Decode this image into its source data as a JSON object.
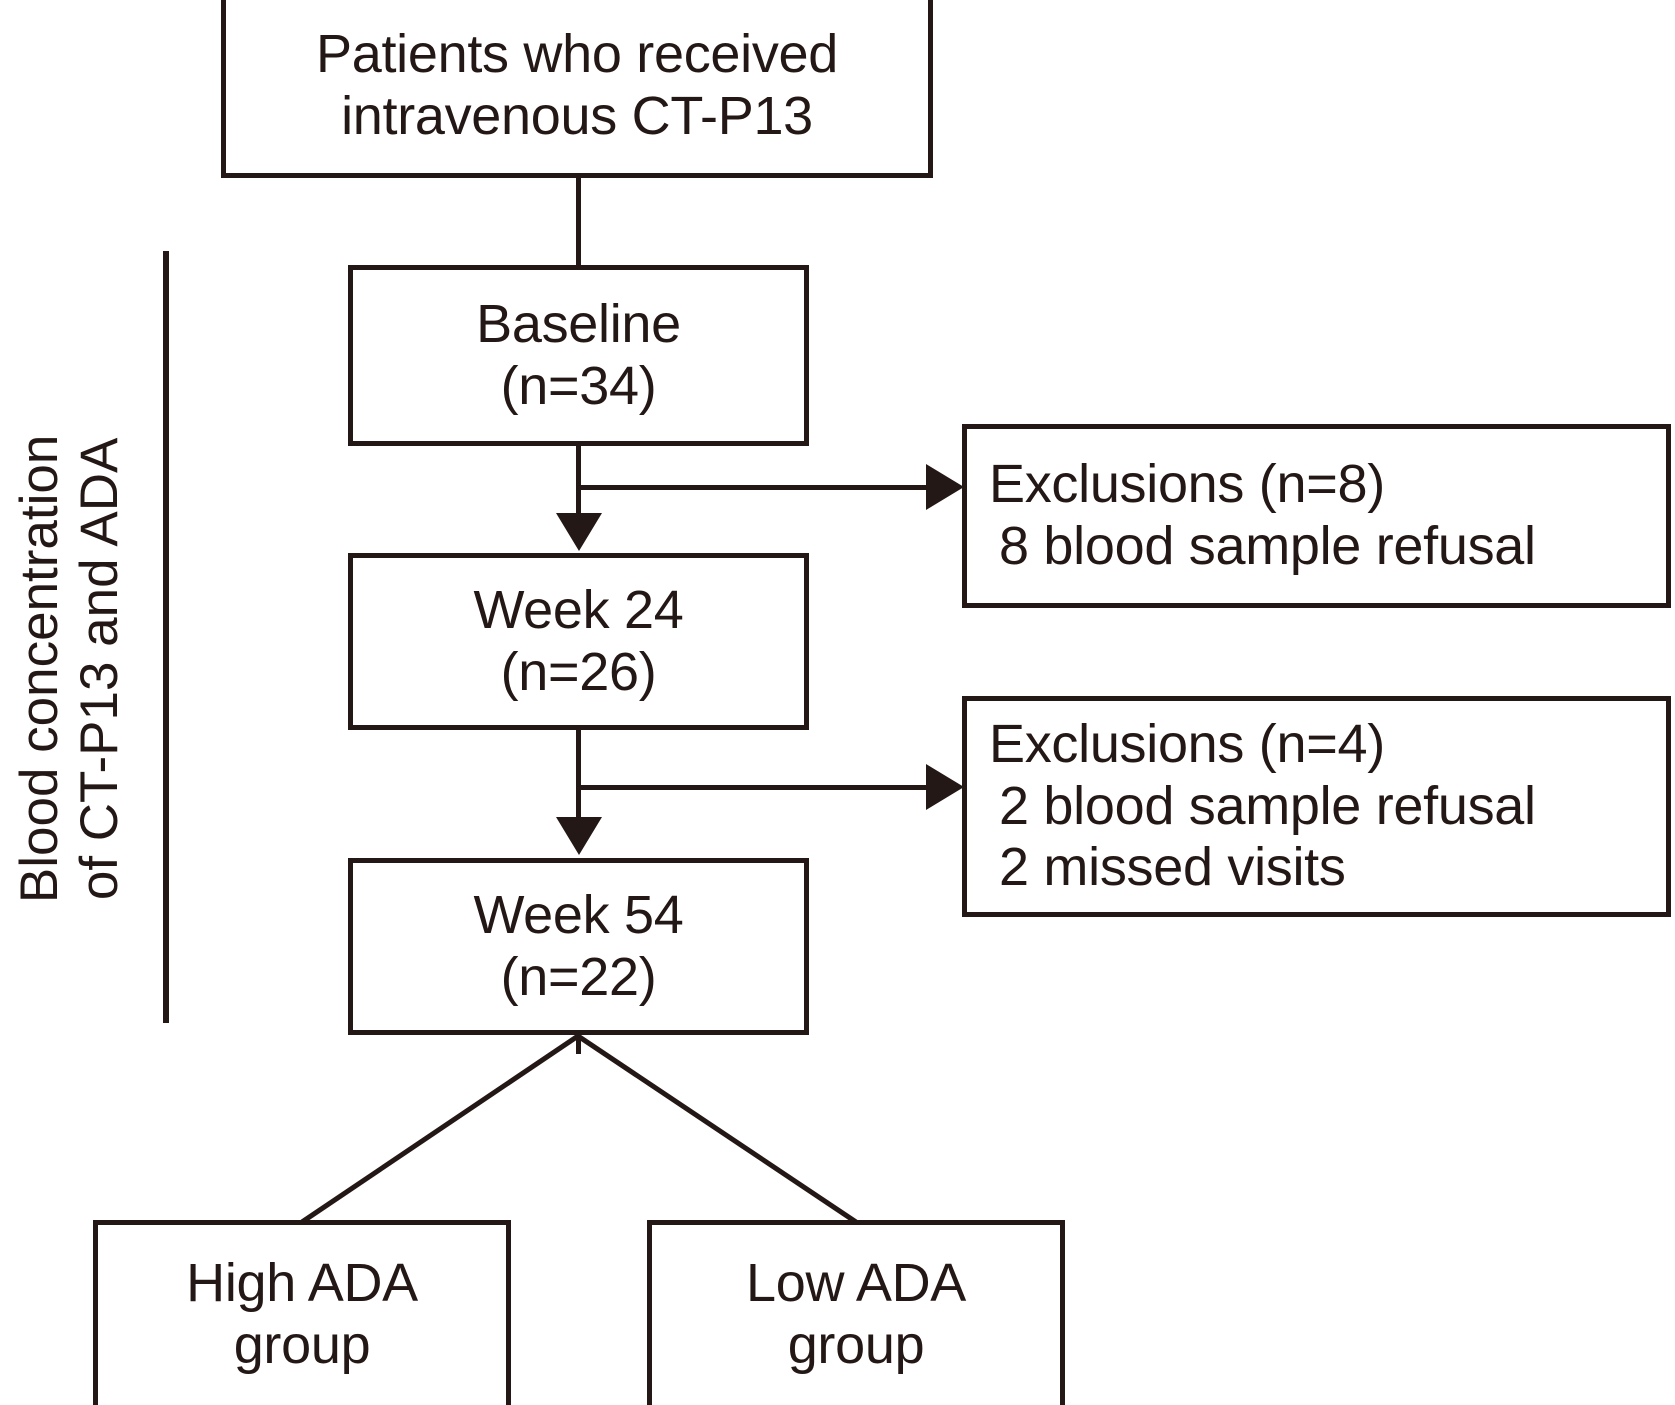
{
  "diagram": {
    "title": "Patient flow diagram for blood concentration of CT-P13 and ADA",
    "stroke_color": "#231815",
    "background_color": "#ffffff",
    "side_caption": {
      "line1": "Blood concentration",
      "line2": "of CT-P13 and ADA"
    },
    "nodes": {
      "source": {
        "line1": "Patients who received",
        "line2": "intravenous CT-P13"
      },
      "baseline": {
        "line1": "Baseline",
        "line2": "(n=34)",
        "n": 34
      },
      "week24": {
        "line1": "Week 24",
        "line2": "(n=26)",
        "n": 26
      },
      "week54": {
        "line1": "Week 54",
        "line2": "(n=22)",
        "n": 22
      },
      "exclusions_1": {
        "line1": "Exclusions (n=8)",
        "line2": "8 blood sample refusal",
        "n": 8
      },
      "exclusions_2": {
        "line1": "Exclusions (n=4)",
        "line2": "2 blood sample refusal",
        "line3": "2 missed visits",
        "n": 4
      },
      "high_ada": {
        "line1": "High ADA",
        "line2": "group"
      },
      "low_ada": {
        "line1": "Low ADA",
        "line2": "group"
      }
    }
  }
}
